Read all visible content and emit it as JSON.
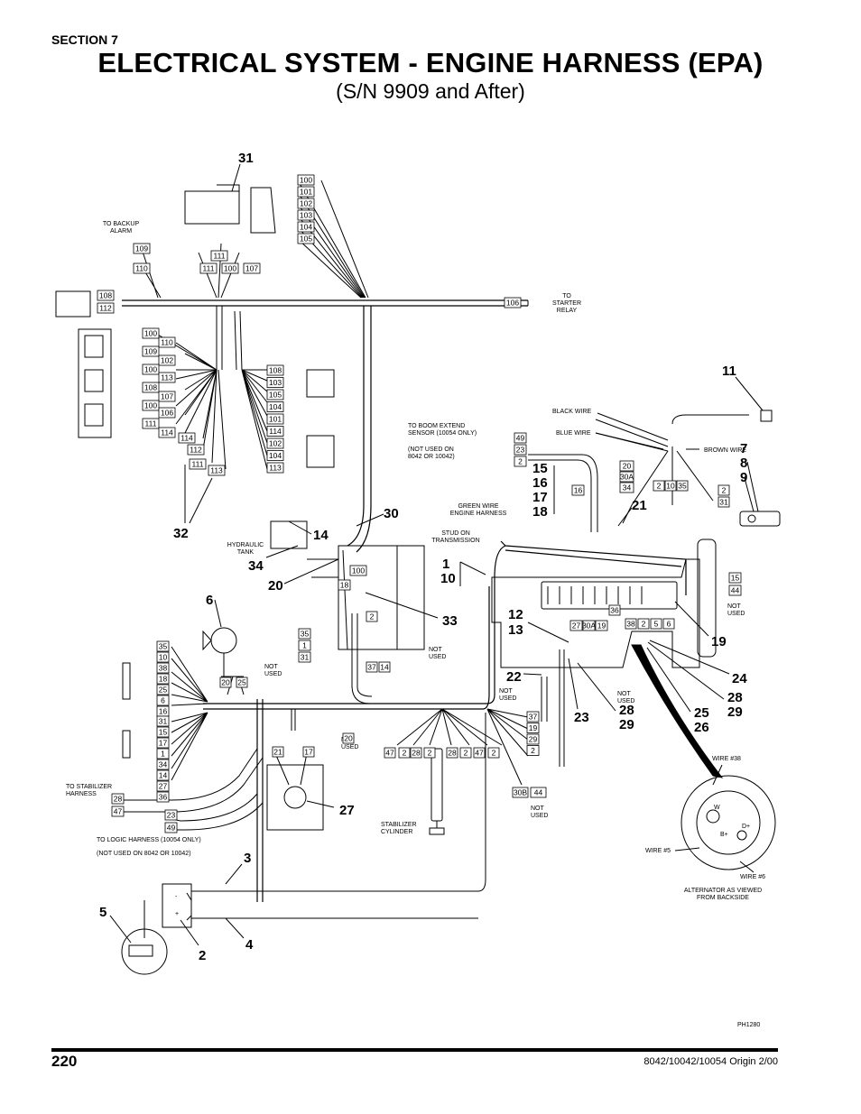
{
  "header": {
    "section": "SECTION 7",
    "title": "ELECTRICAL SYSTEM - ENGINE HARNESS (EPA)",
    "subtitle": "(S/N 9909 and After)"
  },
  "footer": {
    "page_number": "220",
    "origin": "8042/10042/10054 Origin 2/00",
    "figure_code": "PH1280"
  },
  "callouts": {
    "c31": "31",
    "c11": "11",
    "c7": "7",
    "c8": "8",
    "c9": "9",
    "c15": "15",
    "c16": "16",
    "c17": "17",
    "c18": "18",
    "c21": "21",
    "c32": "32",
    "c30": "30",
    "c14": "14",
    "c34": "34",
    "c20": "20",
    "c1": "1",
    "c10": "10",
    "c6": "6",
    "c33": "33",
    "c12": "12",
    "c13": "13",
    "c19": "19",
    "c22": "22",
    "c24": "24",
    "c23": "23",
    "c28a": "28",
    "c29a": "29",
    "c25": "25",
    "c26": "26",
    "c28b": "28",
    "c29b": "29",
    "c27": "27",
    "c3": "3",
    "c5": "5",
    "c4": "4",
    "c2": "2"
  },
  "notes": {
    "backup_alarm": [
      "TO BACKUP",
      "ALARM"
    ],
    "starter_relay": [
      "TO",
      "STARTER",
      "RELAY"
    ],
    "boom_extend": [
      "TO BOOM EXTEND",
      "SENSOR (10054 ONLY)"
    ],
    "not_used_8042": [
      "(NOT USED ON",
      "8042 OR 10042)"
    ],
    "black_wire": "BLACK WIRE",
    "blue_wire": "BLUE WIRE",
    "brown_wire": "BROWN WIRE",
    "green_wire": [
      "GREEN WIRE",
      "ENGINE HARNESS"
    ],
    "stud_trans": [
      "STUD ON",
      "TRANSMISSION"
    ],
    "hydraulic_tank": [
      "HYDRAULIC",
      "TANK"
    ],
    "not_used": [
      "NOT",
      "USED"
    ],
    "stabilizer_harness": [
      "TO STABILIZER",
      "HARNESS"
    ],
    "logic_harness": "TO LOGIC HARNESS (10054 ONLY)",
    "not_used_logic": "(NOT USED ON 8042 OR 10042)",
    "stabilizer_cylinder": [
      "STABILIZER",
      "CYLINDER"
    ],
    "wire38": "WIRE #38",
    "wire5": "WIRE #5",
    "wire6": "WIRE #6",
    "alternator": [
      "ALTERNATOR AS VIEWED",
      "FROM BACKSIDE"
    ],
    "alt_w": "W",
    "alt_d": "D+",
    "alt_b": "B+",
    "minus": "-",
    "plus": "+"
  },
  "wires": {
    "top_conn": [
      "100",
      "101",
      "102",
      "103",
      "104",
      "105"
    ],
    "backup": [
      "109",
      "110"
    ],
    "mid_top": [
      "111",
      "100",
      "107"
    ],
    "left_conn": [
      "108",
      "112"
    ],
    "starter": "106",
    "relay_left": [
      "100",
      "110",
      "109",
      "102",
      "100",
      "113",
      "108",
      "107",
      "100",
      "106",
      "111",
      "114",
      "114",
      "112",
      "111",
      "113"
    ],
    "relay_right": [
      "108",
      "103",
      "105",
      "104",
      "101",
      "114",
      "102",
      "104",
      "113"
    ],
    "boom": [
      "49",
      "23",
      "2"
    ],
    "w16": "16",
    "sensor_stack": [
      "20",
      "30A",
      "34"
    ],
    "sensor_row": [
      "2",
      "10",
      "35"
    ],
    "right_pair": [
      "2",
      "31"
    ],
    "right_block": [
      "15",
      "44"
    ],
    "engine_row": [
      "27",
      "30A",
      "19"
    ],
    "w36": "36",
    "right_row": [
      "38",
      "2",
      "5",
      "6"
    ],
    "center": [
      "100",
      "18",
      "2"
    ],
    "col_left": [
      "35",
      "1",
      "31"
    ],
    "pair_37_14": [
      "37",
      "14"
    ],
    "harness_left_a": [
      "35",
      "10",
      "38",
      "18",
      "25",
      "6",
      "16"
    ],
    "harness_left_b": [
      "31",
      "15",
      "17",
      "1",
      "34",
      "14",
      "27",
      "36"
    ],
    "horn": [
      "20",
      "25"
    ],
    "ground": [
      "21",
      "17"
    ],
    "w20": "20",
    "stab_row": [
      "47",
      "2",
      "28",
      "2",
      "28",
      "2",
      "47",
      "2"
    ],
    "lower_right": [
      "37",
      "19",
      "29",
      "2"
    ],
    "pair_30b_44": [
      "30B",
      "44"
    ],
    "stab_harness": [
      "28",
      "47"
    ],
    "logic": [
      "23",
      "49"
    ]
  }
}
